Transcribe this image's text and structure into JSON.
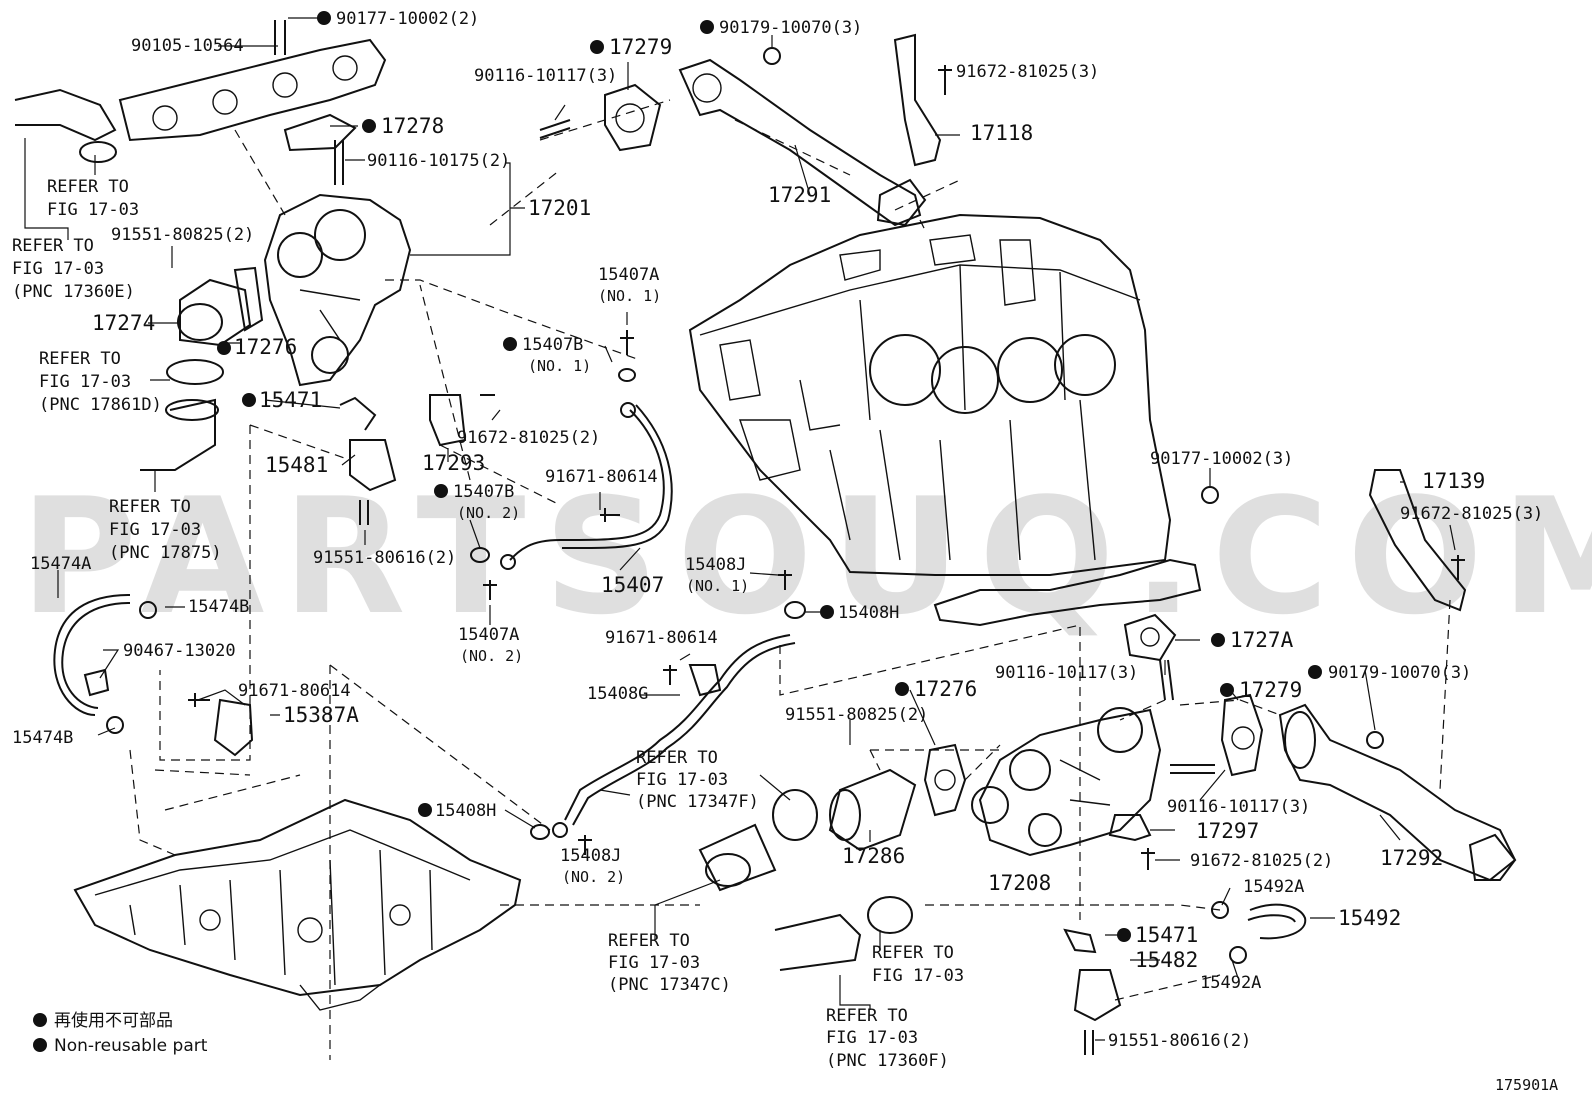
{
  "watermark": "PARTSOUQ.COM",
  "figure_number": "175901A",
  "legend": {
    "jp": "再使用不可部品",
    "en": "Non-reusable part"
  },
  "labels": {
    "p_90177_2": "90177-10002(2)",
    "p_90105": "90105-10564",
    "p_17278": "17278",
    "p_90116_10175": "90116-10175(2)",
    "p_17201": "17201",
    "ref_1703_a_1": "REFER TO",
    "ref_1703_a_2": "FIG 17-03",
    "ref_360e_1": "REFER TO",
    "ref_360e_2": "FIG 17-03",
    "ref_360e_3": "(PNC 17360E)",
    "p_91551_80825_top": "91551-80825(2)",
    "p_17274": "17274",
    "p_17276_top": "17276",
    "ref_861d_1": "REFER TO",
    "ref_861d_2": "FIG 17-03",
    "ref_861d_3": "(PNC 17861D)",
    "p_15471_top": "15471",
    "p_15481": "15481",
    "p_91551_80616_top": "91551-80616(2)",
    "ref_875_1": "REFER TO",
    "ref_875_2": "FIG 17-03",
    "ref_875_3": "(PNC 17875)",
    "p_15474A": "15474A",
    "p_15474B_top": "15474B",
    "p_90467": "90467-13020",
    "p_15474B_bot": "15474B",
    "p_91671_80614_left": "91671-80614",
    "p_15387A": "15387A",
    "p_17279_top": "17279",
    "p_90116_10117_top": "90116-10117(3)",
    "p_90179_top": "90179-10070(3)",
    "p_17291": "17291",
    "p_91672_top": "91672-81025(3)",
    "p_17118": "17118",
    "p_15407A_top": "15407A",
    "p_15407A_top_sub": "(NO. 1)",
    "p_15407B_top": "15407B",
    "p_15407B_top_sub": "(NO. 1)",
    "p_91672_mid": "91672-81025(2)",
    "p_17293": "17293",
    "p_91671_80614_mid": "91671-80614",
    "p_15407B_mid": "15407B",
    "p_15407B_mid_sub": "(NO. 2)",
    "p_15407": "15407",
    "p_15407A_bot": "15407A",
    "p_15407A_bot_sub": "(NO. 2)",
    "p_15408J_top": "15408J",
    "p_15408J_top_sub": "(NO. 1)",
    "p_15408H_top": "15408H",
    "p_91671_80614_right": "91671-80614",
    "p_15408G": "15408G",
    "ref_347f_1": "REFER TO",
    "ref_347f_2": "FIG 17-03",
    "ref_347f_3": "(PNC 17347F)",
    "p_15408H_bot": "15408H",
    "p_15408J_bot": "15408J",
    "p_15408J_bot_sub": "(NO. 2)",
    "p_90177_3": "90177-10002(3)",
    "p_17139": "17139",
    "p_91672_right": "91672-81025(3)",
    "p_1727A": "1727A",
    "p_90116_10117_mid": "90116-10117(3)",
    "p_90179_right": "90179-10070(3)",
    "p_17276_bot": "17276",
    "p_17279_bot": "17279",
    "p_91551_80825_bot": "91551-80825(2)",
    "p_17286": "17286",
    "p_17208": "17208",
    "p_90116_10117_bot": "90116-10117(3)",
    "p_17297": "17297",
    "p_91672_bot": "91672-81025(2)",
    "p_17292": "17292",
    "p_15492A_top": "15492A",
    "p_15492": "15492",
    "p_15471_bot": "15471",
    "p_15482": "15482",
    "p_15492A_bot": "15492A",
    "p_91551_80616_bot": "91551-80616(2)",
    "ref_347c_1": "REFER TO",
    "ref_347c_2": "FIG 17-03",
    "ref_347c_3": "(PNC 17347C)",
    "ref_1703_b_1": "REFER TO",
    "ref_1703_b_2": "FIG 17-03",
    "ref_360f_1": "REFER TO",
    "ref_360f_2": "FIG 17-03",
    "ref_360f_3": "(PNC 17360F)"
  }
}
